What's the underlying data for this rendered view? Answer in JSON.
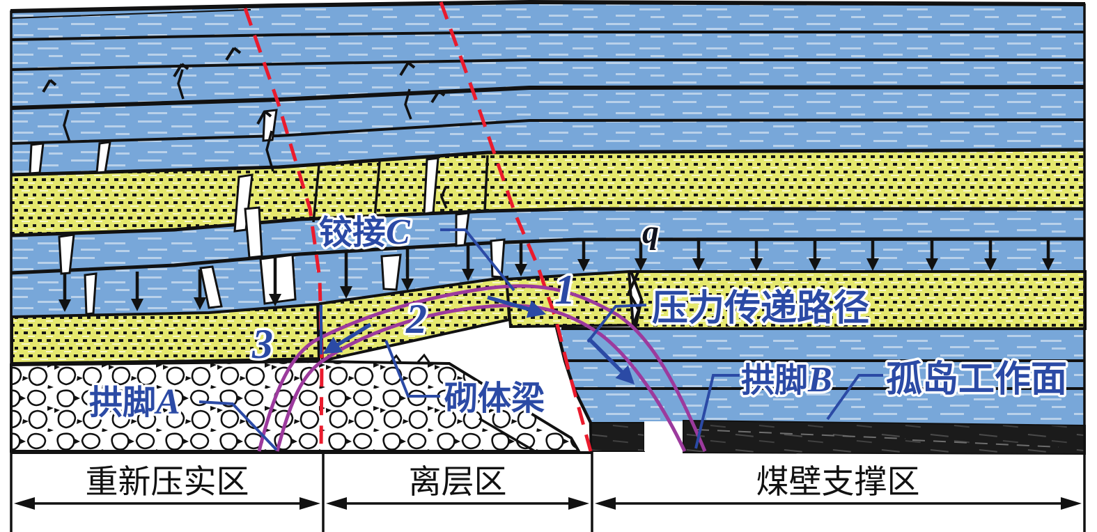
{
  "figure": {
    "labels": {
      "hinge_prefix": "铰接",
      "hinge_letter": "C",
      "load": "q",
      "pressure_path": "压力传递路径",
      "arch_foot_a_prefix": "拱脚",
      "arch_foot_a_letter": "A",
      "arch_foot_b_prefix": "拱脚",
      "arch_foot_b_letter": "B",
      "masonry_beam": "砌体梁",
      "island_face": "孤岛工作面",
      "block_1": "1",
      "block_2": "2",
      "block_3": "3"
    },
    "zones": [
      {
        "label": "重新压实区"
      },
      {
        "label": "离层区"
      },
      {
        "label": "煤壁支撑区"
      }
    ],
    "colors": {
      "strata_blue": "#78a7d9",
      "key_yellow": "#e5e86e",
      "fracture_red": "#ea1b2d",
      "arch_purple": "#9c3a9d",
      "label_blue": "#2b4aa5",
      "coal_black": "#1b1b1b",
      "line_black": "#111111"
    }
  }
}
